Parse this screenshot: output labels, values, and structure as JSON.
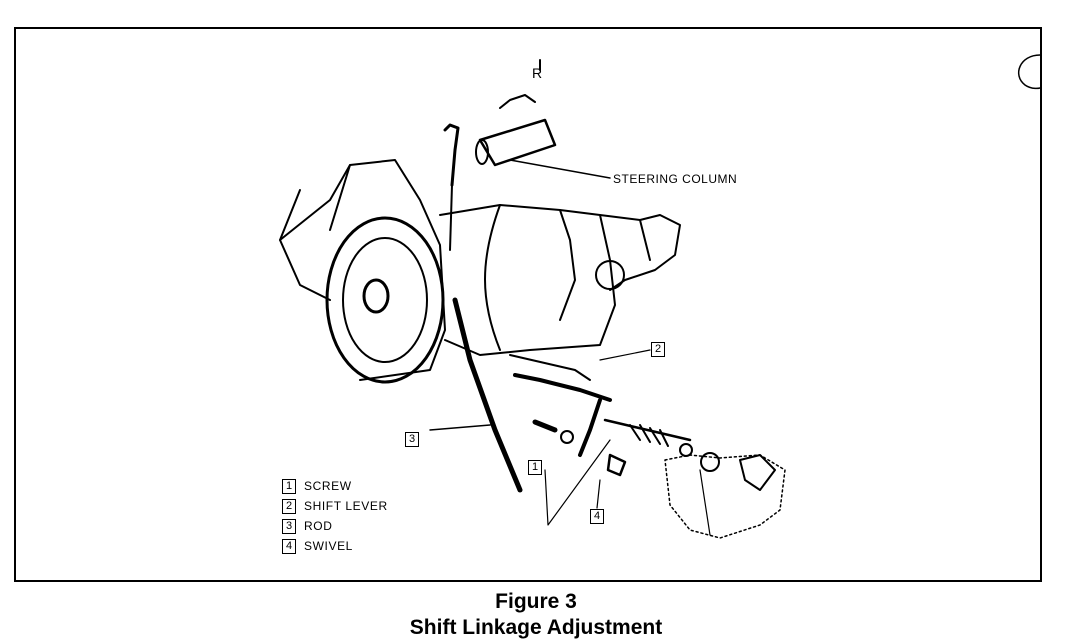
{
  "diagram": {
    "labels": {
      "steering_column": "STEERING COLUMN",
      "callout_1": "1",
      "callout_2": "2",
      "callout_3": "3",
      "callout_4": "4"
    },
    "legend": [
      {
        "num": "1",
        "text": "SCREW"
      },
      {
        "num": "2",
        "text": "SHIFT LEVER"
      },
      {
        "num": "3",
        "text": "ROD"
      },
      {
        "num": "4",
        "text": "SWIVEL"
      }
    ]
  },
  "caption": {
    "figure": "Figure 3",
    "title": "Shift Linkage Adjustment"
  }
}
